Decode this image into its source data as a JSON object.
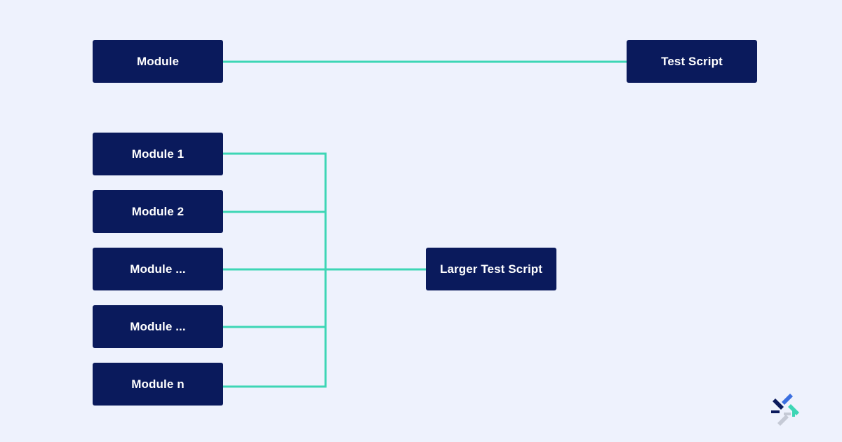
{
  "diagram": {
    "single": {
      "module_label": "Module",
      "script_label": "Test Script"
    },
    "multi": {
      "modules": [
        {
          "label": "Module 1"
        },
        {
          "label": "Module 2"
        },
        {
          "label": "Module ..."
        },
        {
          "label": "Module ..."
        },
        {
          "label": "Module n"
        }
      ],
      "target_label": "Larger Test Script"
    }
  },
  "colors": {
    "background": "#EEF2FD",
    "node_fill": "#0A1A5C",
    "node_text": "#FFFFFF",
    "connector": "#3DD6B5"
  },
  "logo": {
    "icon": "brand-logo-icon"
  }
}
